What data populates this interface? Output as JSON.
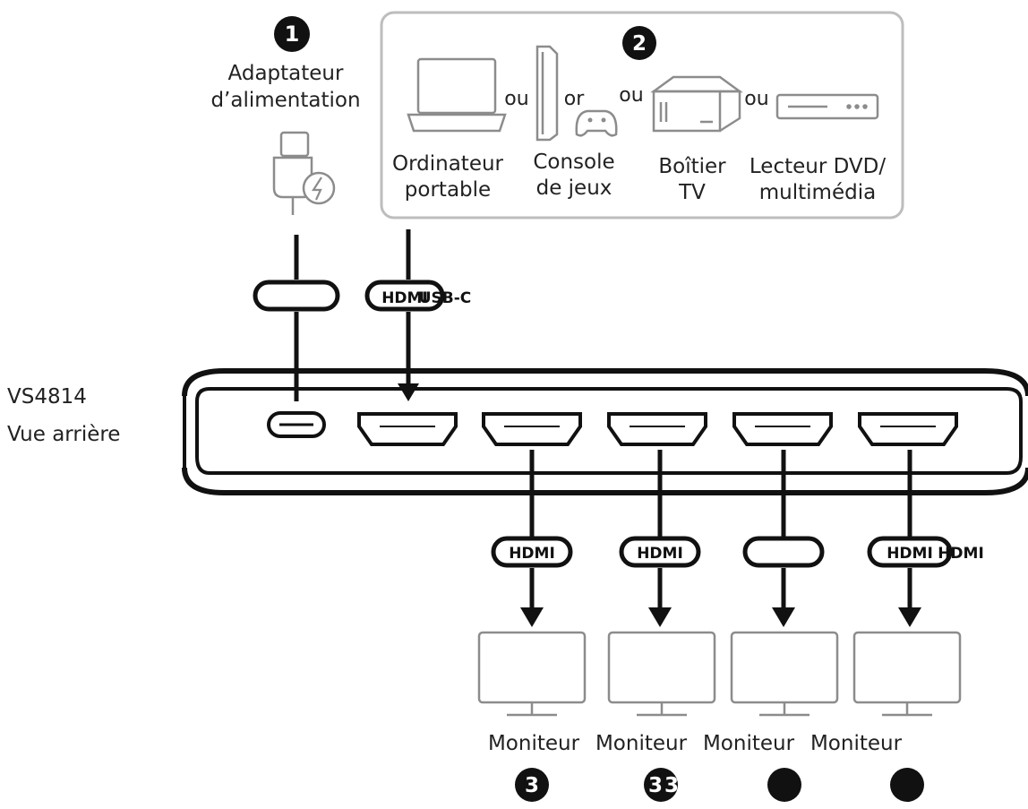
{
  "colors": {
    "ink": "#111111",
    "device_gray": "#8c8c8c",
    "panel_border": "#bdbdbd",
    "text": "#222222"
  },
  "device": {
    "model": "VS4814",
    "view": "Vue arrière"
  },
  "callouts": {
    "c1": "1",
    "c2": "2",
    "c3": "3",
    "c3b": "3"
  },
  "power": {
    "label_line1": "Adaptateur",
    "label_line2": "d’alimentation"
  },
  "sources": {
    "or1": "ou",
    "or2": "or",
    "or3": "ou",
    "or4": "ou",
    "laptop_line1": "Ordinateur",
    "laptop_line2": "portable",
    "console_line1": "Console",
    "console_line2": "de jeux",
    "box_line1": "Boîtier",
    "box_line2": "TV",
    "player_line1": "Lecteur DVD/",
    "player_line2": "multimédia"
  },
  "cables": {
    "input_label": "HDMI",
    "input_overflow": "USB-C",
    "out1": "HDMI",
    "out2": "HDMI",
    "out4": "HDMI",
    "out4_overflow": "HDMI"
  },
  "monitors": {
    "m1": "Moniteur",
    "m2": "Moniteur",
    "m3": "Moniteur",
    "m4": "Moniteur"
  }
}
